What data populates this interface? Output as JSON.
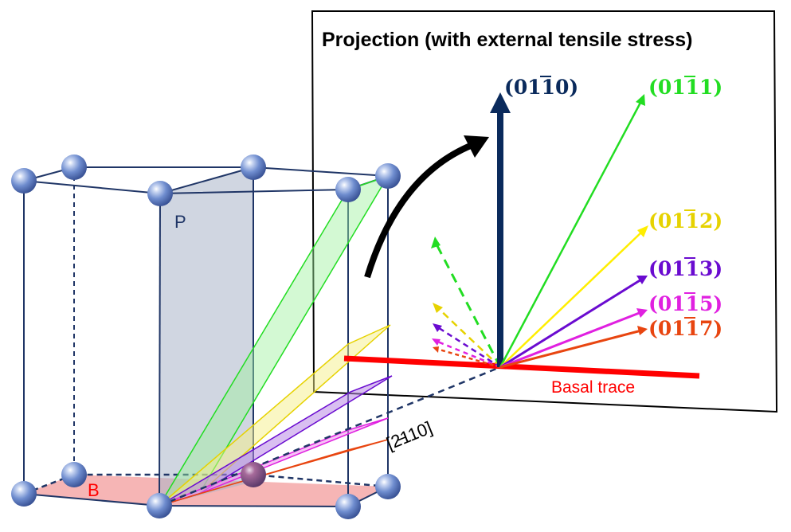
{
  "panel": {
    "title": "Projection (with external tensile stress)"
  },
  "labels": {
    "atom_p": "P",
    "atom_b": "B",
    "basal_trace": "Basal trace",
    "direction": "[2110]"
  },
  "planes": [
    {
      "id": "01-10",
      "label": "(0110)",
      "color": "#0a2a5c"
    },
    {
      "id": "01-11",
      "label": "(0111)",
      "color": "#22dd22"
    },
    {
      "id": "01-12",
      "label": "(0112)",
      "color": "#e6d200"
    },
    {
      "id": "01-13",
      "label": "(0113)",
      "color": "#6a0bd0"
    },
    {
      "id": "01-15",
      "label": "(0115)",
      "color": "#e020e0"
    },
    {
      "id": "01-17",
      "label": "(0117)",
      "color": "#e84510"
    }
  ],
  "colors": {
    "frame": "#1f3566",
    "atom": "#5b7cc4",
    "basal_fill": "#f4a8a8",
    "prism_fill": "#aab4c8",
    "basal_trace": "#ff0000",
    "rotation_arrow": "#000000"
  }
}
